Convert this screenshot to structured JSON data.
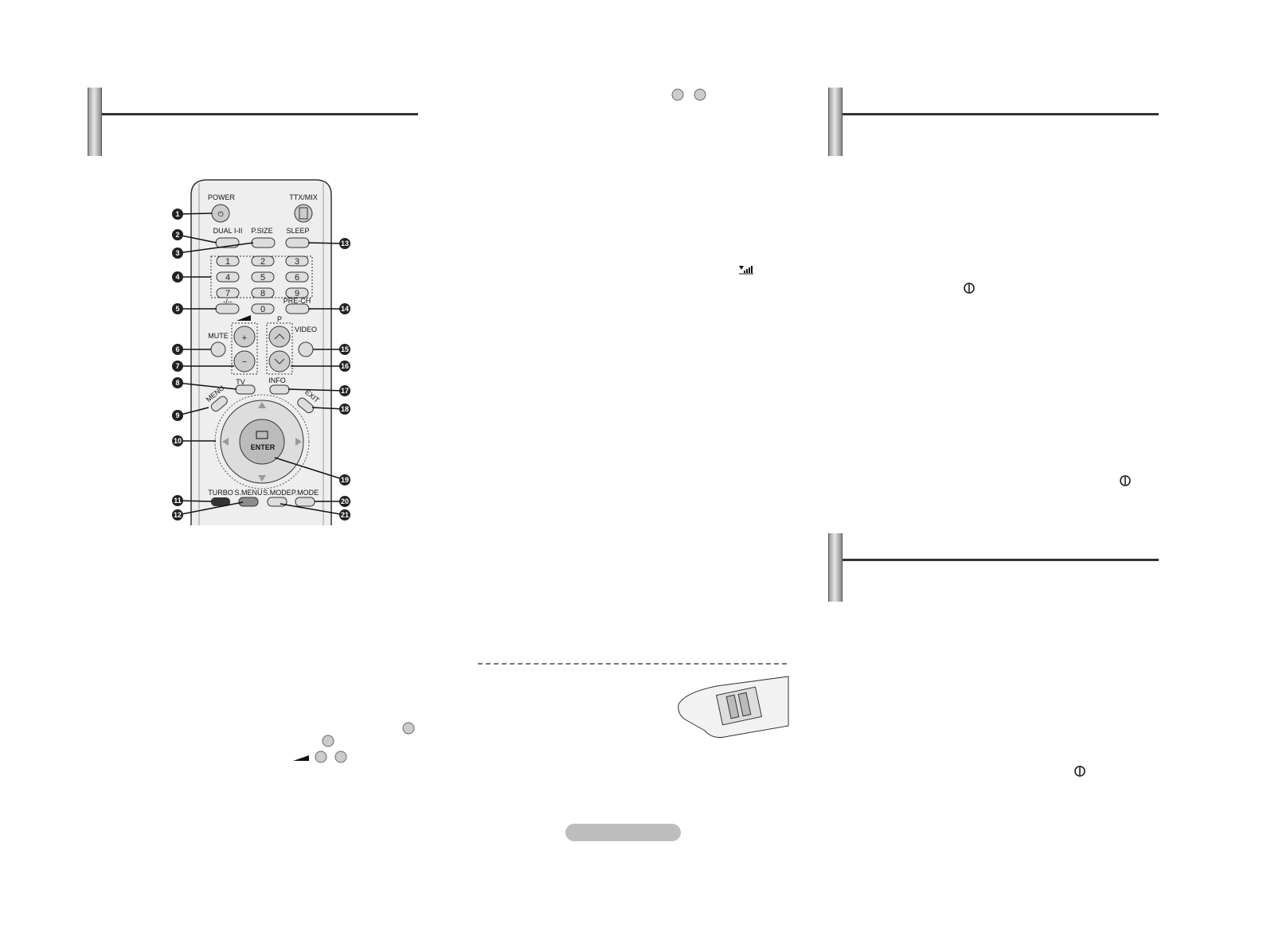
{
  "remote": {
    "labels": {
      "power": "POWER",
      "ttx": "TTX/MIX",
      "dual": "DUAL I-II",
      "psize": "P.SIZE",
      "sleep": "SLEEP",
      "dash": "-/--",
      "prech": "PRE-CH",
      "mute": "MUTE",
      "video": "VIDEO",
      "p": "P",
      "tv": "TV",
      "info": "INFO",
      "menu": "MENU",
      "exit": "EXIT",
      "enter": "ENTER",
      "turbo": "TURBO",
      "smenu": "S.MENU",
      "smode": "S.MODE",
      "pmode": "P.MODE"
    },
    "digits": [
      "1",
      "2",
      "3",
      "4",
      "5",
      "6",
      "7",
      "8",
      "9",
      "0"
    ],
    "callouts": [
      "1",
      "2",
      "3",
      "4",
      "5",
      "6",
      "7",
      "8",
      "9",
      "10",
      "11",
      "12",
      "13",
      "14",
      "15",
      "16",
      "17",
      "18",
      "19",
      "20",
      "21"
    ]
  },
  "icons": [
    "channel-up-icon",
    "channel-down-icon",
    "signal-icon",
    "power-icon",
    "volume-icon",
    "plus-icon",
    "minus-icon"
  ],
  "colors": {
    "header_bar": "#9a9a9a",
    "rule": "#333333",
    "footer_pill": "#bdbdbd",
    "turbo": "#333333",
    "smenu": "#8c8c8c"
  }
}
